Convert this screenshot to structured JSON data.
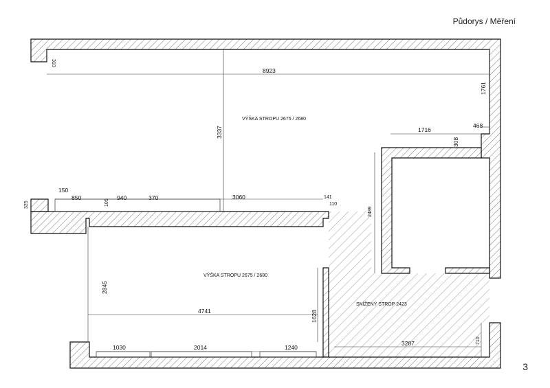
{
  "header": {
    "title": "Půdorys / Měření"
  },
  "page": {
    "number": "3"
  },
  "rooms": {
    "upper_ceiling": "VÝŠKA STROPU 2675 / 2680",
    "lower_ceiling": "VÝŠKA STROPU 2675 / 2680",
    "lowered_ceiling": "SNÍŽENÝ STROP 2423"
  },
  "dims": {
    "d310": "310",
    "d8923": "8923",
    "d1761": "1761",
    "d3337": "3337",
    "d1716": "1716",
    "d468": "468",
    "d308": "308",
    "d150": "150",
    "d850": "850",
    "d105": "105",
    "d940": "940",
    "d370": "370",
    "d3060": "3060",
    "d141": "141",
    "d110": "110",
    "d325": "325",
    "d2489": "2489",
    "d2845": "2845",
    "d4741": "4741",
    "d1628": "1628",
    "d1030": "1030",
    "d2014": "2014",
    "d1240": "1240",
    "d3287": "3287",
    "d710": "710"
  }
}
